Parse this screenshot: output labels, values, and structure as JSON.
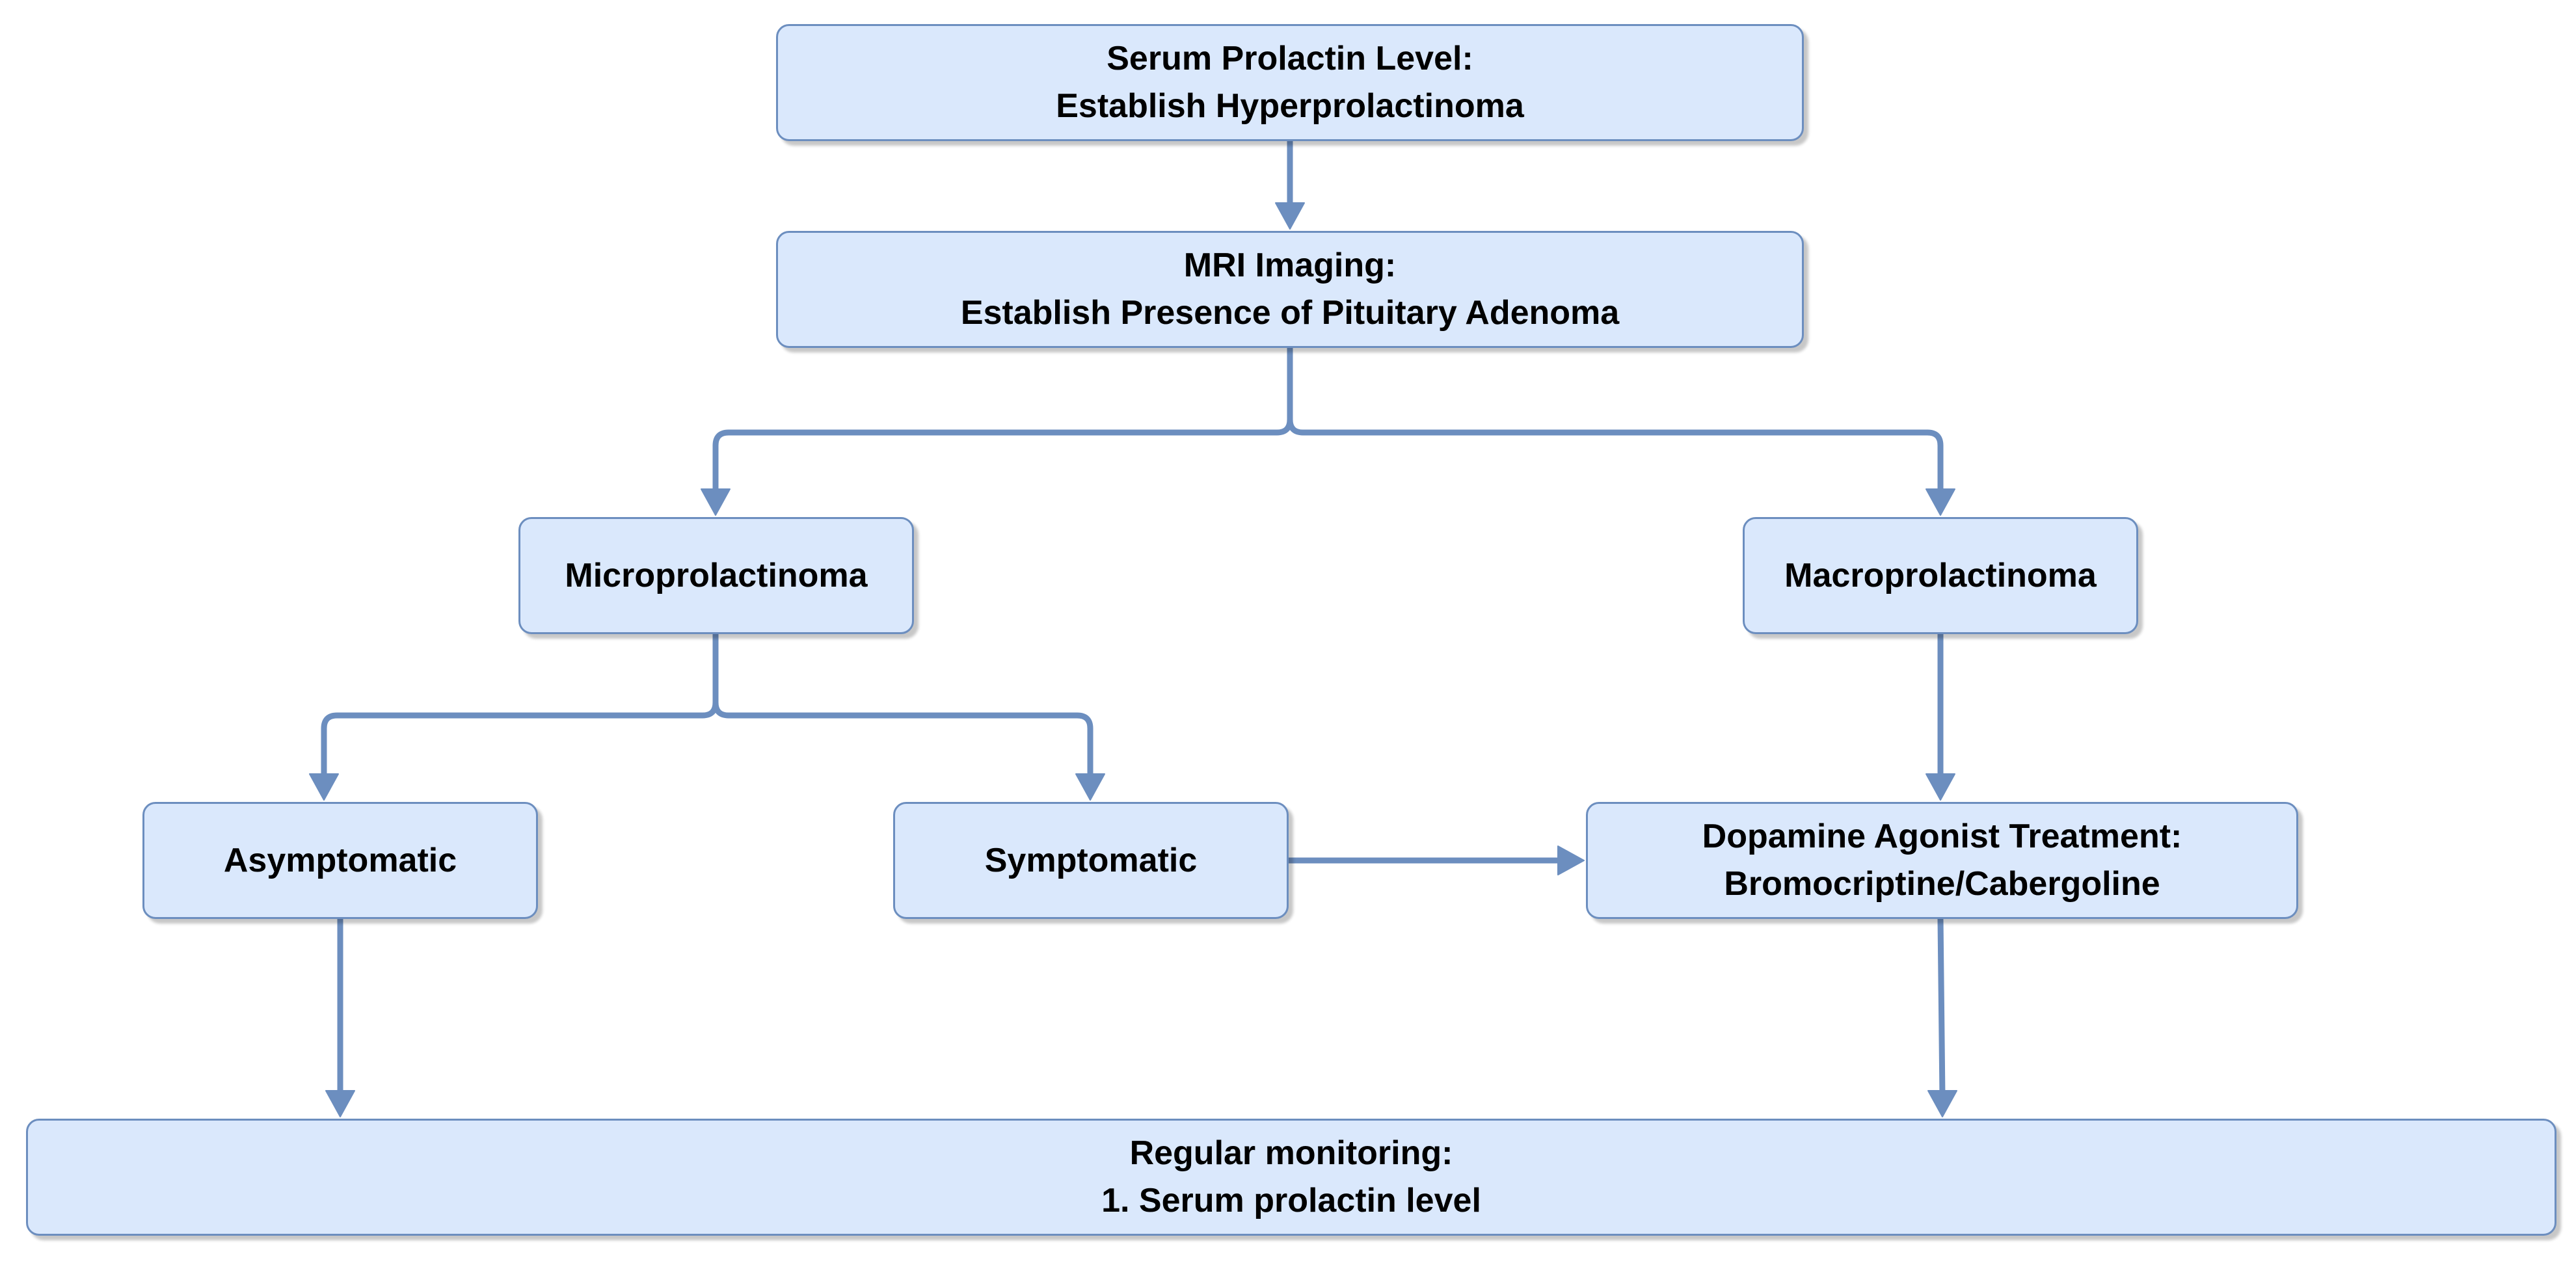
{
  "diagram": {
    "nodes": {
      "serum": {
        "line1": "Serum Prolactin Level:",
        "line2": "Establish Hyperprolactinoma"
      },
      "mri": {
        "line1": "MRI Imaging:",
        "line2": "Establish Presence of Pituitary Adenoma"
      },
      "micro": {
        "line1": "Microprolactinoma"
      },
      "macro": {
        "line1": "Macroprolactinoma"
      },
      "asym": {
        "line1": "Asymptomatic"
      },
      "sym": {
        "line1": "Symptomatic"
      },
      "dopamine": {
        "line1": "Dopamine Agonist Treatment:",
        "line2": "Bromocriptine/Cabergoline"
      },
      "monitoring": {
        "line1": "Regular monitoring:",
        "line2": "1. Serum prolactin level"
      }
    },
    "edges": [
      {
        "from": "serum",
        "to": "mri"
      },
      {
        "from": "mri",
        "to": "micro"
      },
      {
        "from": "mri",
        "to": "macro"
      },
      {
        "from": "micro",
        "to": "asym"
      },
      {
        "from": "micro",
        "to": "sym"
      },
      {
        "from": "macro",
        "to": "dopamine"
      },
      {
        "from": "sym",
        "to": "dopamine"
      },
      {
        "from": "asym",
        "to": "monitoring"
      },
      {
        "from": "dopamine",
        "to": "monitoring"
      }
    ],
    "colors": {
      "node_fill": "#dae8fc",
      "node_border": "#6c8ebf",
      "connector": "#6c8ebf",
      "text": "#000000"
    }
  }
}
